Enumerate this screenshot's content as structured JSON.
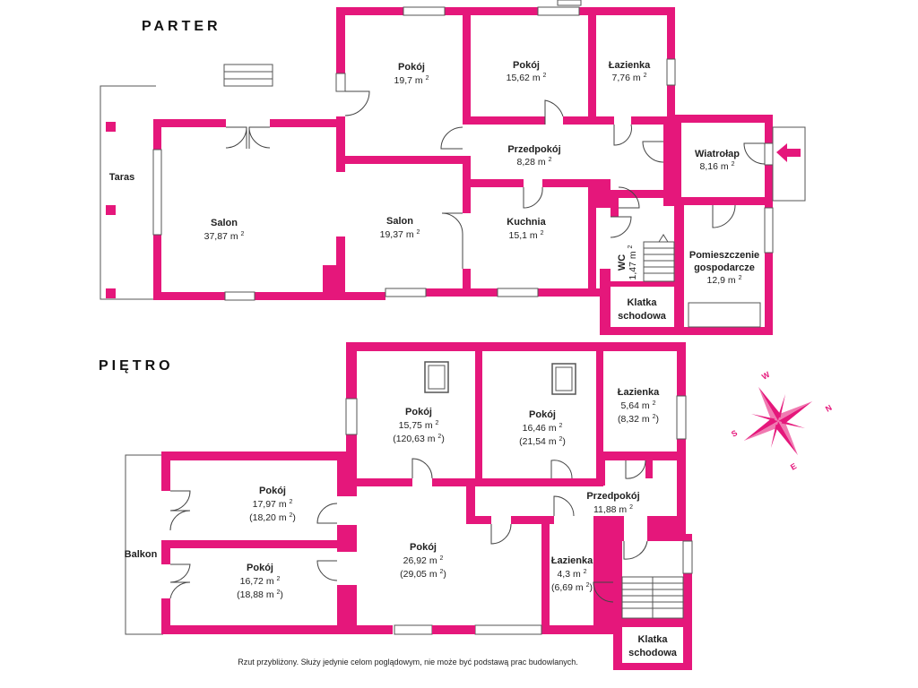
{
  "floors": {
    "ground": "PARTER",
    "upper": "PIĘTRO"
  },
  "unit": "m",
  "unit_sup": "2",
  "rooms_ground": [
    {
      "id": "g-pokoj-1",
      "name": "Pokój",
      "area": "19,7"
    },
    {
      "id": "g-pokoj-2",
      "name": "Pokój",
      "area": "15,62"
    },
    {
      "id": "g-lazienka",
      "name": "Łazienka",
      "area": "7,76"
    },
    {
      "id": "g-przedpokoj",
      "name": "Przedpokój",
      "area": "8,28"
    },
    {
      "id": "g-wiatrolap",
      "name": "Wiatrołap",
      "area": "8,16"
    },
    {
      "id": "g-taras",
      "name": "Taras",
      "area": ""
    },
    {
      "id": "g-salon-1",
      "name": "Salon",
      "area": "37,87"
    },
    {
      "id": "g-salon-2",
      "name": "Salon",
      "area": "19,37"
    },
    {
      "id": "g-kuchnia",
      "name": "Kuchnia",
      "area": "15,1"
    },
    {
      "id": "g-wc",
      "name": "WC",
      "area": "1,47"
    },
    {
      "id": "g-pomieszczenie",
      "name": "Pomieszczenie",
      "name2": "gospodarcze",
      "area": "12,9"
    },
    {
      "id": "g-klatka",
      "name": "Klatka",
      "name2": "schodowa",
      "area": ""
    }
  ],
  "rooms_upper": [
    {
      "id": "u-pokoj-1",
      "name": "Pokój",
      "area": "15,75",
      "area2": "120,63"
    },
    {
      "id": "u-pokoj-2",
      "name": "Pokój",
      "area": "16,46",
      "area2": "21,54"
    },
    {
      "id": "u-lazienka-1",
      "name": "Łazienka",
      "area": "5,64",
      "area2": "8,32"
    },
    {
      "id": "u-pokoj-3",
      "name": "Pokój",
      "area": "17,97",
      "area2": "18,20"
    },
    {
      "id": "u-przedpokoj",
      "name": "Przedpokój",
      "area": "11,88",
      "area2": ""
    },
    {
      "id": "u-balkon",
      "name": "Balkon",
      "area": "",
      "area2": ""
    },
    {
      "id": "u-pokoj-4",
      "name": "Pokój",
      "area": "26,92",
      "area2": "29,05"
    },
    {
      "id": "u-lazienka-2",
      "name": "Łazienka",
      "area": "4,3",
      "area2": "6,69"
    },
    {
      "id": "u-pokoj-5",
      "name": "Pokój",
      "area": "16,72",
      "area2": "18,88"
    },
    {
      "id": "u-klatka",
      "name": "Klatka",
      "name2": "schodowa",
      "area": "",
      "area2": ""
    }
  ],
  "compass": {
    "n": "N",
    "e": "E",
    "s": "S",
    "w": "W"
  },
  "disclaimer": "Rzut przybliżony. Służy jedynie celom poglądowym, nie może być podstawą prac budowlanych.",
  "colors": {
    "wall": "#e5177b",
    "arrow": "#e5177b"
  }
}
